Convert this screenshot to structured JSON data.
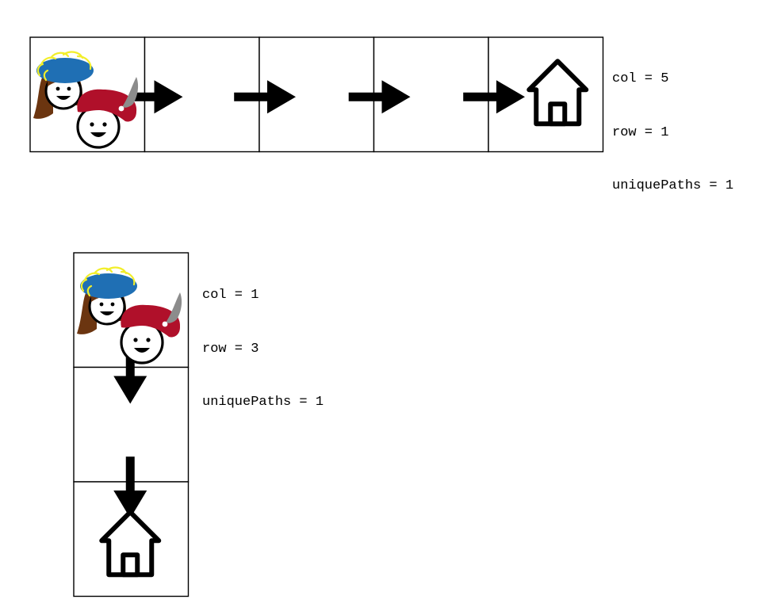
{
  "colors": {
    "background": "#ffffff",
    "stroke": "#000000",
    "hat_blue": "#1f6fb4",
    "hat_trim": "#f2ee2a",
    "hair": "#6b3510",
    "hat_red": "#b0102a",
    "feather": "#8c8c8c"
  },
  "examples": [
    {
      "id": "horizontal",
      "orientation": "row",
      "cells": 5,
      "start_icon": "pirates-icon",
      "end_icon": "house-icon",
      "lines": [
        "col = 5",
        "row = 1",
        "uniquePaths = 1"
      ]
    },
    {
      "id": "vertical",
      "orientation": "column",
      "cells": 3,
      "start_icon": "pirates-icon",
      "end_icon": "house-icon",
      "lines": [
        "col = 1",
        "row = 3",
        "uniquePaths = 1"
      ]
    }
  ]
}
